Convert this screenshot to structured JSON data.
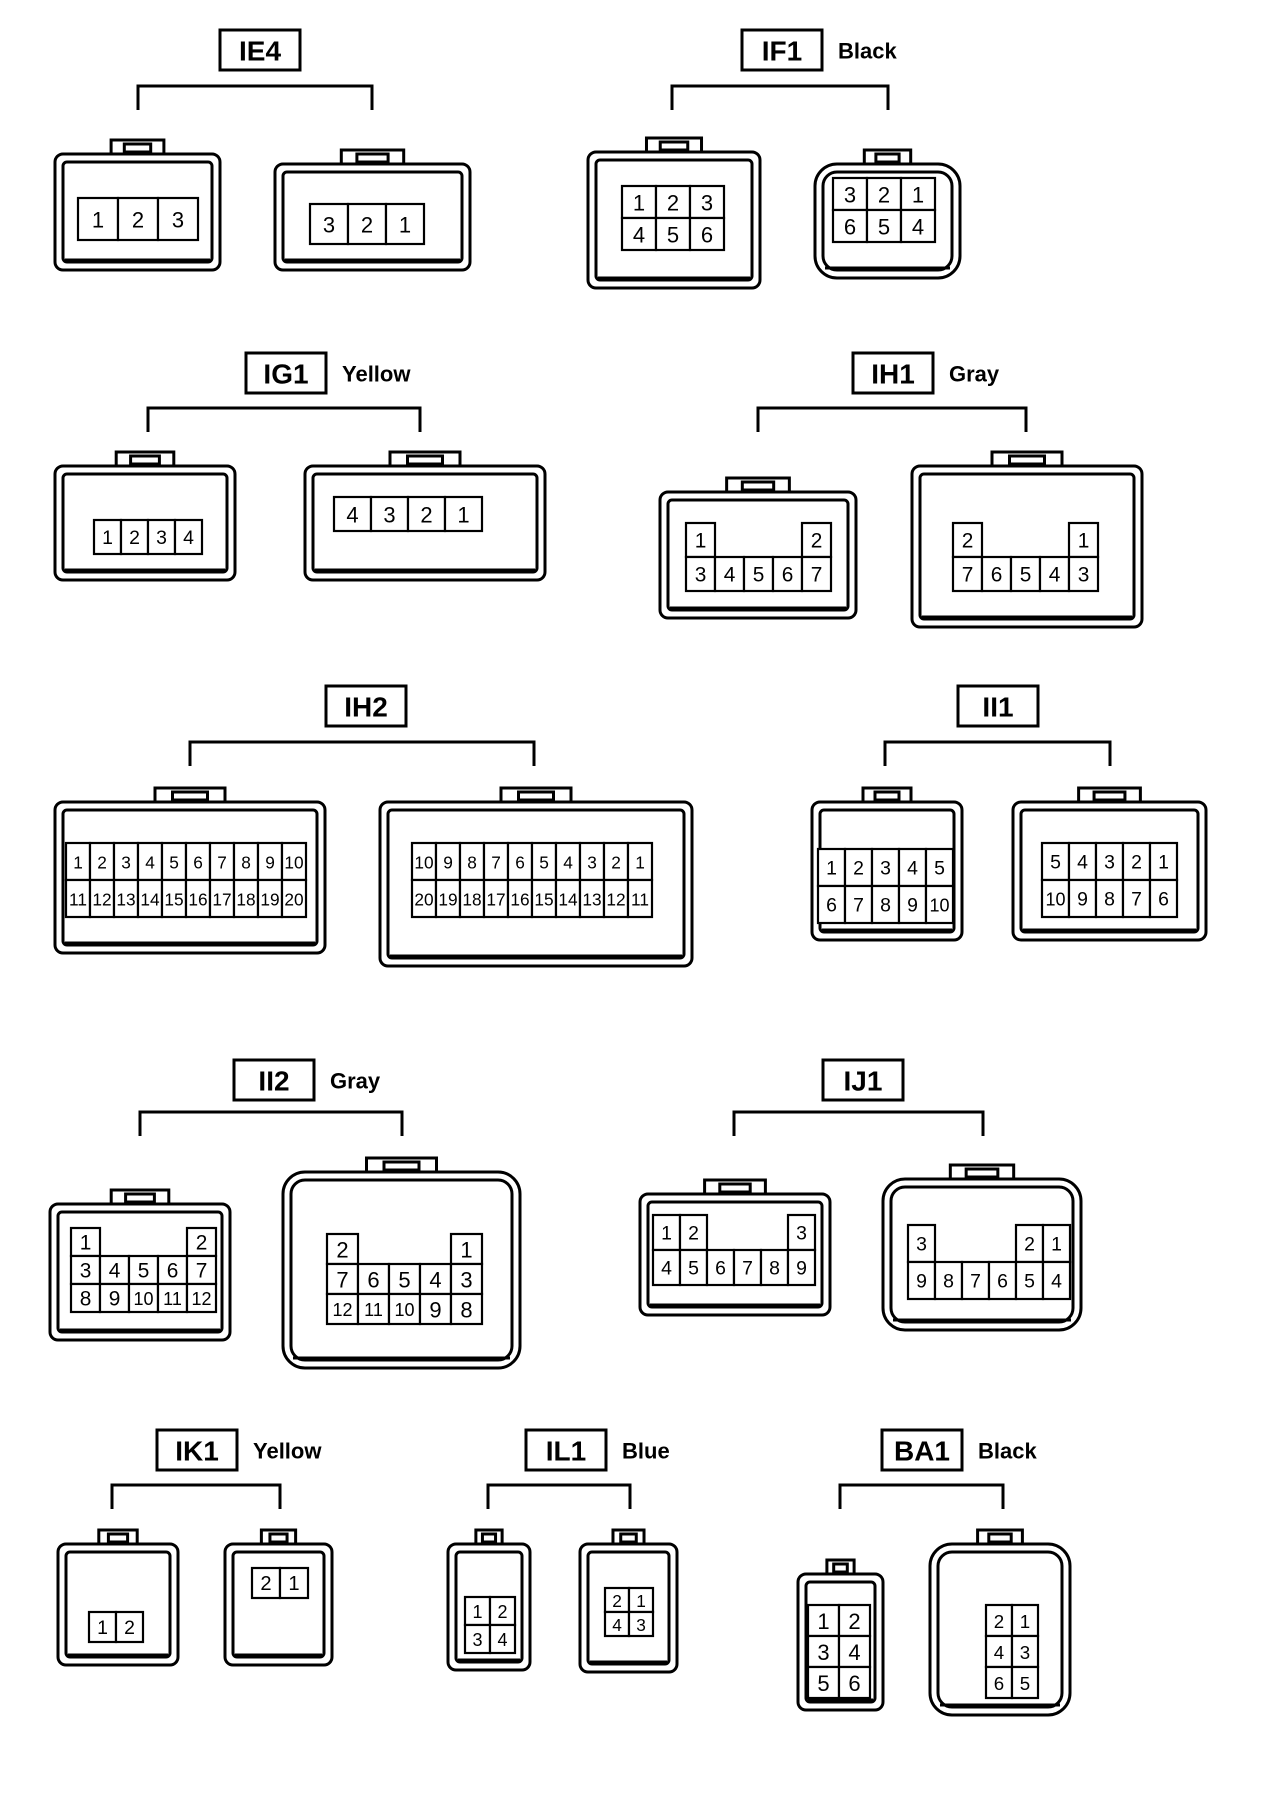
{
  "connectors": [
    {
      "id": "IE4",
      "color": "",
      "left": {
        "rows": [
          [
            "1",
            "2",
            "3"
          ]
        ]
      },
      "right": {
        "rows": [
          [
            "3",
            "2",
            "1"
          ]
        ]
      }
    },
    {
      "id": "IF1",
      "color": "Black",
      "left": {
        "rows": [
          [
            "1",
            "2",
            "3"
          ],
          [
            "4",
            "5",
            "6"
          ]
        ]
      },
      "right": {
        "rows": [
          [
            "3",
            "2",
            "1"
          ],
          [
            "6",
            "5",
            "4"
          ]
        ]
      }
    },
    {
      "id": "IG1",
      "color": "Yellow",
      "left": {
        "rows": [
          [
            "1",
            "2",
            "3",
            "4"
          ]
        ]
      },
      "right": {
        "rows": [
          [
            "4",
            "3",
            "2",
            "1"
          ]
        ]
      }
    },
    {
      "id": "IH1",
      "color": "Gray",
      "left": {
        "rows": [
          [
            "1",
            "",
            "",
            "",
            "2"
          ],
          [
            "3",
            "4",
            "5",
            "6",
            "7"
          ]
        ]
      },
      "right": {
        "rows": [
          [
            "2",
            "",
            "",
            "",
            "1"
          ],
          [
            "7",
            "6",
            "5",
            "4",
            "3"
          ]
        ]
      }
    },
    {
      "id": "IH2",
      "color": "",
      "left": {
        "rows": [
          [
            "1",
            "2",
            "3",
            "4",
            "5",
            "6",
            "7",
            "8",
            "9",
            "10"
          ],
          [
            "11",
            "12",
            "13",
            "14",
            "15",
            "16",
            "17",
            "18",
            "19",
            "20"
          ]
        ]
      },
      "right": {
        "rows": [
          [
            "10",
            "9",
            "8",
            "7",
            "6",
            "5",
            "4",
            "3",
            "2",
            "1"
          ],
          [
            "20",
            "19",
            "18",
            "17",
            "16",
            "15",
            "14",
            "13",
            "12",
            "11"
          ]
        ]
      }
    },
    {
      "id": "II1",
      "color": "",
      "left": {
        "rows": [
          [
            "1",
            "2",
            "3",
            "4",
            "5"
          ],
          [
            "6",
            "7",
            "8",
            "9",
            "10"
          ]
        ]
      },
      "right": {
        "rows": [
          [
            "5",
            "4",
            "3",
            "2",
            "1"
          ],
          [
            "10",
            "9",
            "8",
            "7",
            "6"
          ]
        ]
      }
    },
    {
      "id": "II2",
      "color": "Gray",
      "left": {
        "rows": [
          [
            "1",
            "",
            "",
            "",
            "2"
          ],
          [
            "3",
            "4",
            "5",
            "6",
            "7"
          ],
          [
            "8",
            "9",
            "10",
            "11",
            "12"
          ]
        ]
      },
      "right": {
        "rows": [
          [
            "2",
            "",
            "",
            "",
            "1"
          ],
          [
            "7",
            "6",
            "5",
            "4",
            "3"
          ],
          [
            "12",
            "11",
            "10",
            "9",
            "8"
          ]
        ]
      }
    },
    {
      "id": "IJ1",
      "color": "",
      "left": {
        "rows": [
          [
            "1",
            "2",
            "",
            "",
            "",
            "3"
          ],
          [
            "4",
            "5",
            "6",
            "7",
            "8",
            "9"
          ]
        ]
      },
      "right": {
        "rows": [
          [
            "3",
            "",
            "",
            "",
            "2",
            "1"
          ],
          [
            "9",
            "8",
            "7",
            "6",
            "5",
            "4"
          ]
        ]
      }
    },
    {
      "id": "IK1",
      "color": "Yellow",
      "left": {
        "rows": [
          [
            "1",
            "2"
          ]
        ]
      },
      "right": {
        "rows": [
          [
            "2",
            "1"
          ]
        ]
      }
    },
    {
      "id": "IL1",
      "color": "Blue",
      "left": {
        "rows": [
          [
            "1",
            "2"
          ],
          [
            "3",
            "4"
          ]
        ]
      },
      "right": {
        "rows": [
          [
            "2",
            "1"
          ],
          [
            "4",
            "3"
          ]
        ]
      }
    },
    {
      "id": "BA1",
      "color": "Black",
      "left": {
        "rows": [
          [
            "1",
            "2"
          ],
          [
            "3",
            "4"
          ],
          [
            "5",
            "6"
          ]
        ]
      },
      "right": {
        "rows": [
          [
            "2",
            "1"
          ],
          [
            "4",
            "3"
          ],
          [
            "6",
            "5"
          ]
        ]
      }
    }
  ]
}
